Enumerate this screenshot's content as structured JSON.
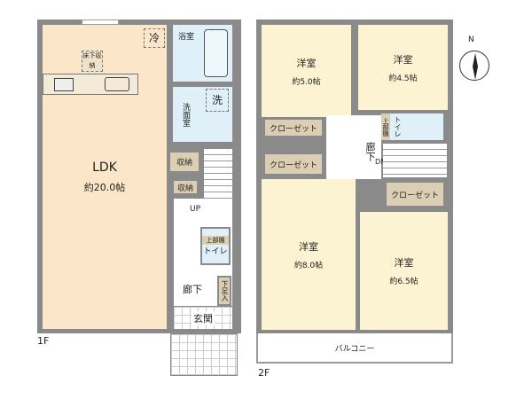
{
  "floor1": {
    "label": "1F",
    "ldk": {
      "name": "LDK",
      "size": "約20.0帖"
    },
    "fridge": "冷",
    "underfloor": "床下収納",
    "bath": "浴室",
    "washroom": "洗面室",
    "washer": "洗",
    "storage1": "収納",
    "storage2": "収納",
    "up": "UP",
    "toilet": "トイレ",
    "upper_shelf": "上部棚",
    "hallway": "廊下",
    "shoe": "下足入",
    "entrance": "玄関"
  },
  "floor2": {
    "label": "2F",
    "rooms": [
      {
        "name": "洋室",
        "size": "約5.0帖"
      },
      {
        "name": "洋室",
        "size": "約4.5帖"
      },
      {
        "name": "洋室",
        "size": "約8.0帖"
      },
      {
        "name": "洋室",
        "size": "約6.5帖"
      }
    ],
    "closets": [
      "クローゼット",
      "クローゼット",
      "クローゼット"
    ],
    "hallway": "廊下",
    "dn": "DN",
    "toilet": "トイレ",
    "upper_shelf": "上部棚",
    "balcony": "バルコニー"
  },
  "compass": "N"
}
